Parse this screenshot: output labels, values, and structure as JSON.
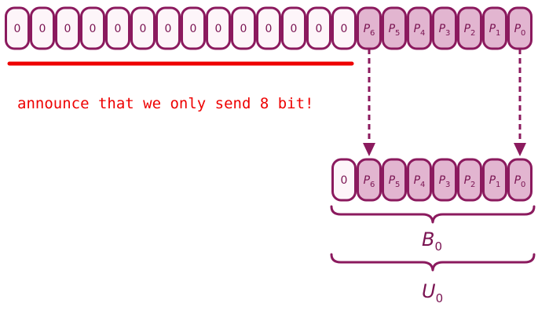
{
  "top_register": {
    "zero_cells": [
      "0",
      "0",
      "0",
      "0",
      "0",
      "0",
      "0",
      "0",
      "0",
      "0",
      "0",
      "0",
      "0",
      "0"
    ],
    "payload_cells": [
      {
        "base": "P",
        "sub": "6"
      },
      {
        "base": "P",
        "sub": "5"
      },
      {
        "base": "P",
        "sub": "4"
      },
      {
        "base": "P",
        "sub": "3"
      },
      {
        "base": "P",
        "sub": "2"
      },
      {
        "base": "P",
        "sub": "1"
      },
      {
        "base": "P",
        "sub": "0"
      }
    ]
  },
  "annotation": {
    "text": "announce that we only send 8 bit!",
    "color": "#ee0000"
  },
  "bottom_register": {
    "zero_cells": [
      "0"
    ],
    "payload_cells": [
      {
        "base": "P",
        "sub": "6"
      },
      {
        "base": "P",
        "sub": "5"
      },
      {
        "base": "P",
        "sub": "4"
      },
      {
        "base": "P",
        "sub": "3"
      },
      {
        "base": "P",
        "sub": "2"
      },
      {
        "base": "P",
        "sub": "1"
      },
      {
        "base": "P",
        "sub": "0"
      }
    ]
  },
  "braces": [
    {
      "base": "B",
      "sub": "0"
    },
    {
      "base": "U",
      "sub": "0"
    }
  ],
  "colors": {
    "stroke": "#8b1a5e",
    "zero_fill": "#fdf5f9",
    "payload_fill": "#e2b5d0",
    "underline": "#ee0000"
  }
}
